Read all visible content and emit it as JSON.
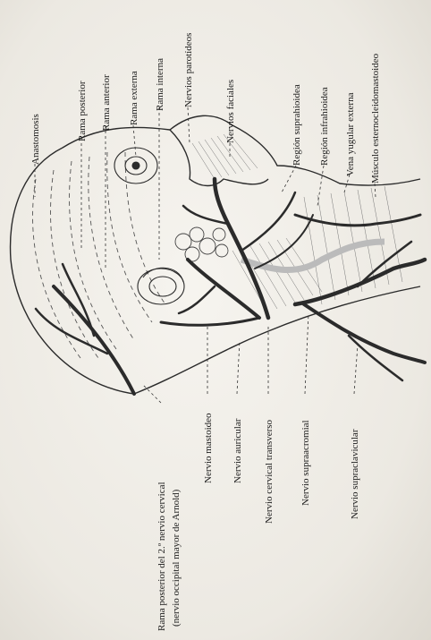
{
  "figure": {
    "labels_top": [
      {
        "id": "anastomosis",
        "text": "Anastomosis"
      },
      {
        "id": "rama-posterior",
        "text": "Rama posterior"
      },
      {
        "id": "rama-anterior",
        "text": "Rama anterior"
      },
      {
        "id": "rama-externa",
        "text": "Rama externa"
      },
      {
        "id": "rama-interna",
        "text": "Rama interna"
      },
      {
        "id": "nervios-parotideos",
        "text": "Nervios parotídeos"
      },
      {
        "id": "nervios-faciales",
        "text": "Nervios faciales"
      },
      {
        "id": "region-suprahioidea",
        "text": "Región suprahioidea"
      },
      {
        "id": "region-infrahioidea",
        "text": "Región infrahioidea"
      },
      {
        "id": "vena-yugular-externa",
        "text": "Vena yugular externa"
      },
      {
        "id": "musculo-esternocleidomastoideo",
        "text": "Músculo esternocleidomastoideo"
      }
    ],
    "labels_bottom": [
      {
        "id": "rama-posterior-2-nervio-cervical-l1",
        "text": "Rama posterior del 2.º nervio cervical"
      },
      {
        "id": "rama-posterior-2-nervio-cervical-l2",
        "text": "(nervio occipital mayor de Arnold)"
      },
      {
        "id": "nervio-mastoideo",
        "text": "Nervio mastoideo"
      },
      {
        "id": "nervio-auricular",
        "text": "Nervio auricular"
      },
      {
        "id": "nervio-cervical-transverso",
        "text": "Nervio cervical transverso"
      },
      {
        "id": "nervio-supraacromial",
        "text": "Nervio supraacromial"
      },
      {
        "id": "nervio-supraclavicular",
        "text": "Nervio supraclavicular"
      }
    ]
  },
  "colors": {
    "paper": "#f1efea",
    "ink": "#1a1a1a",
    "nerve": "#2b2b2b",
    "sketch": "#555555"
  }
}
